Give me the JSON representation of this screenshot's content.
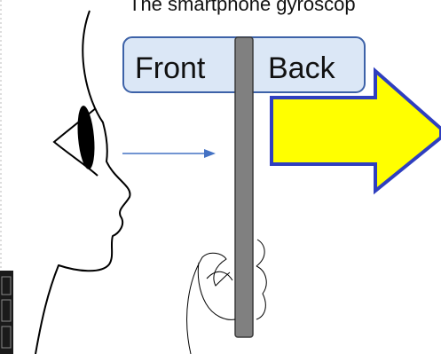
{
  "caption": "The smartphone gyroscop",
  "panel": {
    "front_label": "Front",
    "back_label": "Back"
  },
  "colors": {
    "panel_fill": "#dbe7f6",
    "panel_stroke": "#3d62a8",
    "phone_fill": "#808080",
    "phone_stroke": "#3a3a3a",
    "gaze_arrow": "#4472c4",
    "big_arrow_fill": "#ffff00",
    "big_arrow_stroke": "#2f3fbf",
    "line": "#000000"
  },
  "icons": {
    "face": "face-profile-icon",
    "eye": "eye-icon",
    "hand": "hand-icon",
    "phone": "smartphone-icon",
    "gaze": "gaze-arrow-icon",
    "direction": "direction-arrow-icon"
  }
}
